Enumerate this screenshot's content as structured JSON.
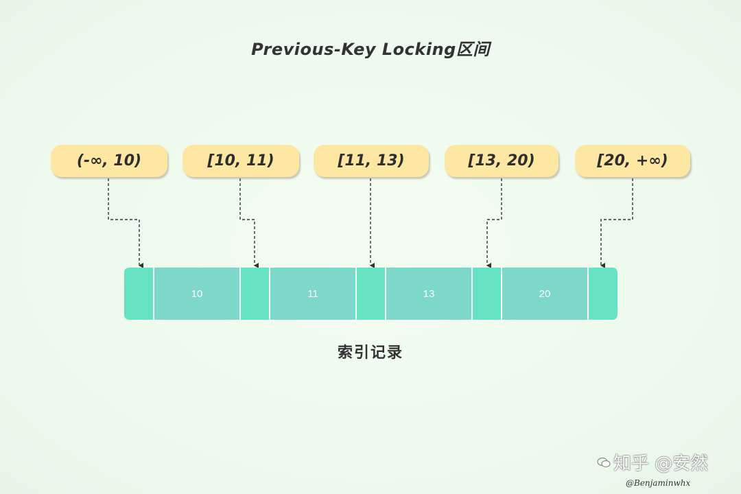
{
  "title": "Previous-Key Locking区间",
  "intervals": [
    "(-∞, 10)",
    "[10, 11)",
    "[11, 13)",
    "[13, 20)",
    "[20, +∞)"
  ],
  "records": [
    "10",
    "11",
    "13",
    "20"
  ],
  "caption": "索引记录",
  "watermark": "知乎 @安然",
  "signature": "@Benjaminwhx",
  "colors": {
    "background": "#f0fbef",
    "pill": "#fde7a3",
    "gap_cell": "#67e3c4",
    "record_cell": "#7dd8c9",
    "connector": "#333333"
  }
}
